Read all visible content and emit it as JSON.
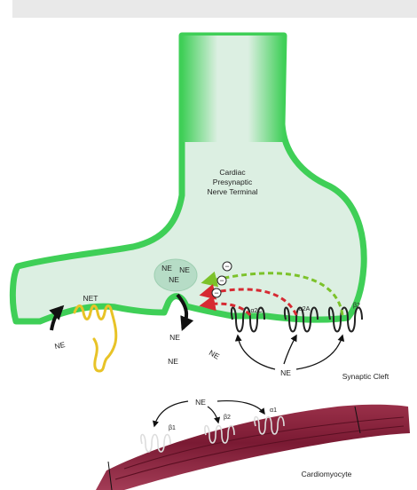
{
  "labels": {
    "terminal_line1": "Cardiac",
    "terminal_line2": "Presynaptic",
    "terminal_line3": "Nerve Terminal",
    "vesicle_ne1": "NE",
    "vesicle_ne2": "NE",
    "vesicle_ne3": "NE",
    "net": "NET",
    "ne_left": "NE",
    "ne_release": "NE",
    "ne_cleft1": "NE",
    "ne_cleft2": "NE",
    "ne_autoreceptor": "NE",
    "alpha2c": "α2C",
    "alpha2a": "α2A",
    "beta2_pre": "β2",
    "synaptic_cleft": "Synaptic Cleft",
    "ne_post": "NE",
    "beta1": "β1",
    "beta2_post": "β2",
    "alpha1": "α1",
    "cardiomyocyte": "Cardiomyocyte",
    "inhibit1": "−",
    "inhibit2": "−",
    "inhibit3": "−"
  },
  "colors": {
    "membrane": "#3fcf57",
    "cytoplasm": "#dcefe2",
    "vesicle": "#b6dcc6",
    "net_transporter": "#e8c327",
    "green_arrow": "#7cc22a",
    "red_arrow": "#d62a32",
    "muscle": "#7a1a33"
  }
}
